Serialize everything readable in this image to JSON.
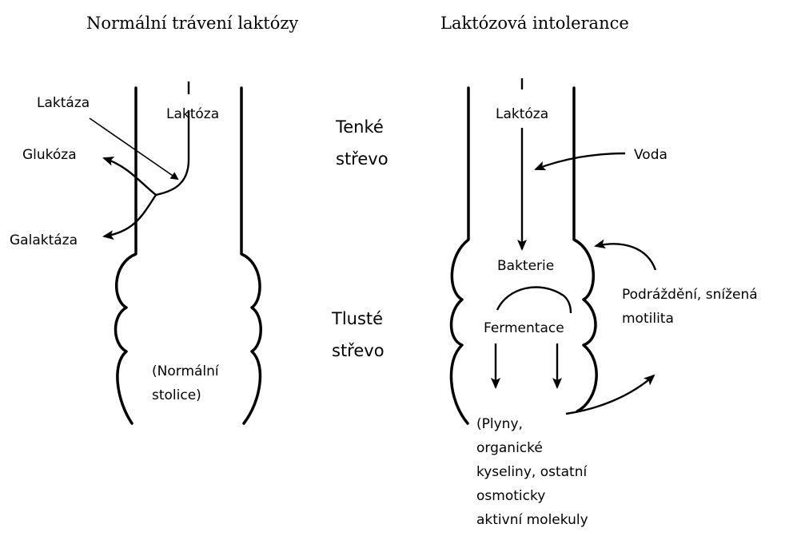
{
  "left_panel": {
    "title": "Normální trávení laktózy",
    "lactase": "Laktáza",
    "lactose": "Laktóza",
    "glucose": "Glukóza",
    "galactose": "Galaktáza",
    "stool_line1": "(Normální",
    "stool_line2": "stolice)"
  },
  "middle_labels": {
    "small_intestine_line1": "Tenké",
    "small_intestine_line2": "střevo",
    "large_intestine_line1": "Tlusté",
    "large_intestine_line2": "střevo"
  },
  "right_panel": {
    "title": "Laktózová intolerance",
    "lactose": "Laktóza",
    "water": "Voda",
    "bacteria": "Bakterie",
    "fermentation": "Fermentace",
    "irritation_line1": "Podráždění, snížená",
    "irritation_line2": "motilita",
    "products": [
      "(Plyny,",
      "organické",
      "kyseliny, ostatní",
      "osmoticky",
      "aktivní molekuly"
    ]
  }
}
